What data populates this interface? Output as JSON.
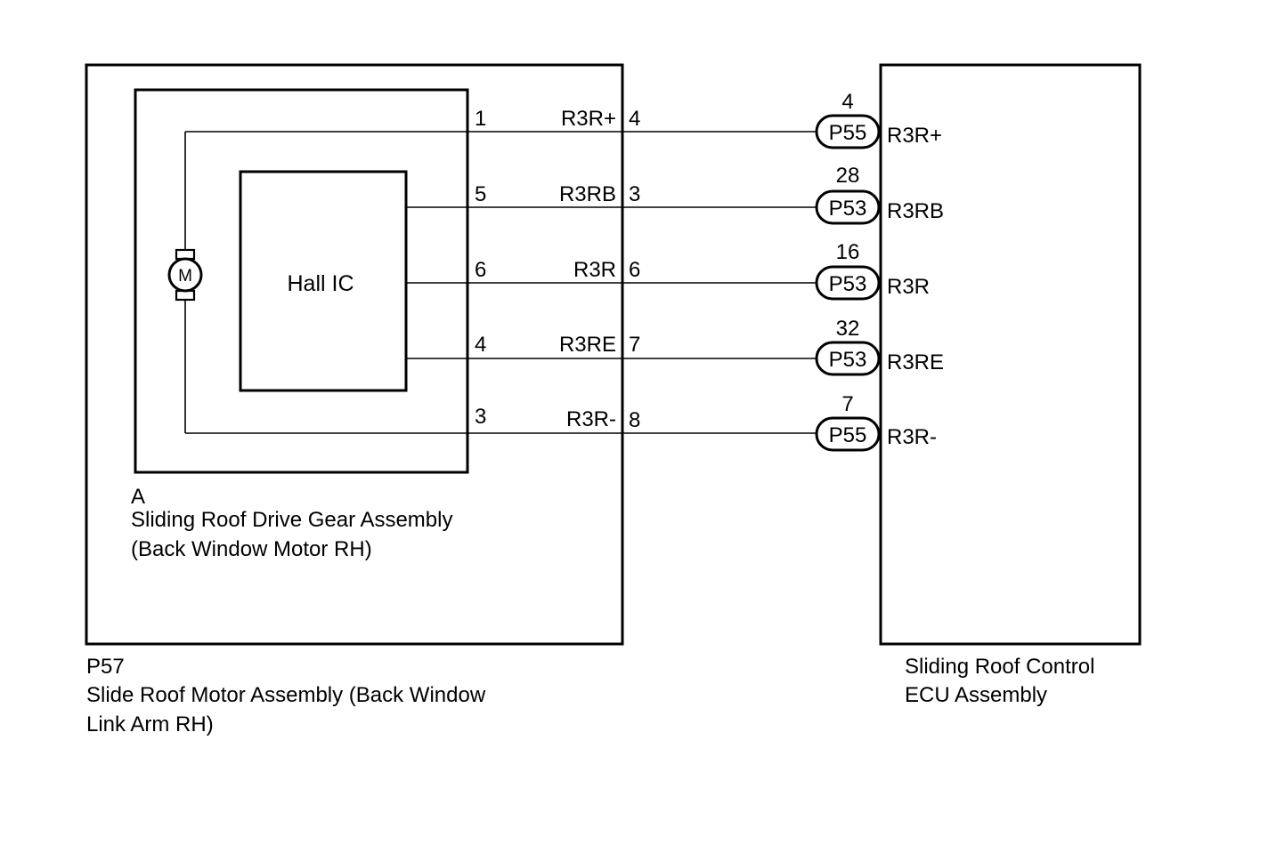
{
  "motor_assembly": {
    "connector": "P57",
    "name_line1": "Slide Roof Motor Assembly (Back Window",
    "name_line2": "Link Arm RH)",
    "sub_assembly": {
      "connector": "A",
      "name_line1": "Sliding Roof Drive Gear Assembly",
      "name_line2": "(Back Window Motor RH)",
      "hall_ic_label": "Hall IC",
      "motor_symbol": "M"
    }
  },
  "ecu": {
    "name_line1": "Sliding Roof Control",
    "name_line2": "ECU Assembly"
  },
  "circuits": [
    {
      "inner_pin": "1",
      "signal": "R3R+",
      "outer_pin": "4",
      "ecu_pin": "4",
      "ecu_connector": "P55",
      "ecu_terminal": "R3R+"
    },
    {
      "inner_pin": "5",
      "signal": "R3RB",
      "outer_pin": "3",
      "ecu_pin": "28",
      "ecu_connector": "P53",
      "ecu_terminal": "R3RB"
    },
    {
      "inner_pin": "6",
      "signal": "R3R",
      "outer_pin": "6",
      "ecu_pin": "16",
      "ecu_connector": "P53",
      "ecu_terminal": "R3R"
    },
    {
      "inner_pin": "4",
      "signal": "R3RE",
      "outer_pin": "7",
      "ecu_pin": "32",
      "ecu_connector": "P53",
      "ecu_terminal": "R3RE"
    },
    {
      "inner_pin": "3",
      "signal": "R3R-",
      "outer_pin": "8",
      "ecu_pin": "7",
      "ecu_connector": "P55",
      "ecu_terminal": "R3R-"
    }
  ]
}
